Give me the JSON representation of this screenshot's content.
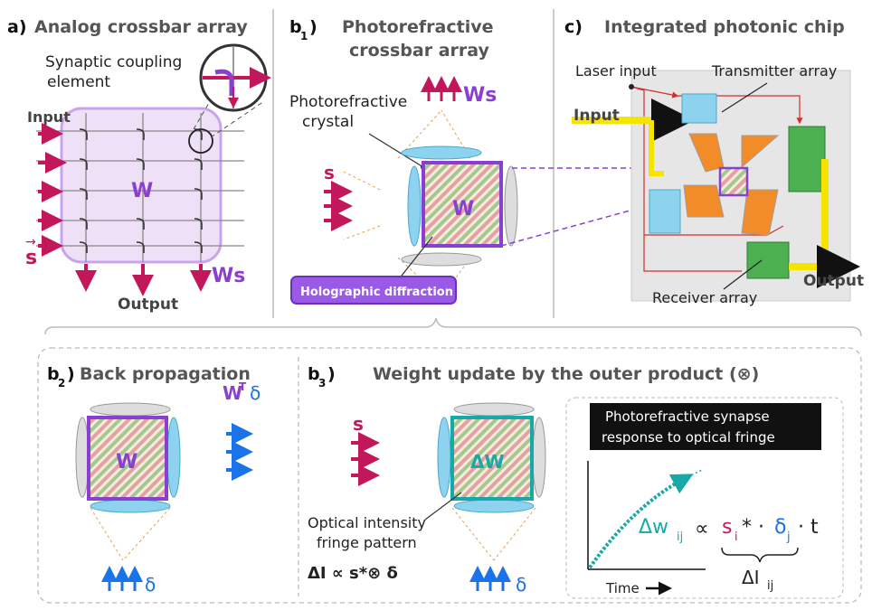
{
  "panels": {
    "a": {
      "label": "a)",
      "title": "Analog crossbar array",
      "callout": "Synaptic coupling",
      "callout2": "element",
      "input": "Input",
      "output": "Output",
      "w": "W",
      "s": "s",
      "ws": "Ws"
    },
    "b1": {
      "label": "b",
      "sub": "1",
      ")": ")",
      "title1": "Photorefractive",
      "title2": "crossbar array",
      "crystal1": "Photorefractive",
      "crystal2": "crystal",
      "top": "Ws",
      "w": "W",
      "s": "s",
      "matrix": "Holographic diffraction matrix"
    },
    "c": {
      "label": "c)",
      "title": "Integrated photonic chip",
      "laser": "Laser input",
      "transmitter": "Transmitter array",
      "input": "Input",
      "output": "Output",
      "receiver": "Receiver array"
    },
    "b2": {
      "label": "b",
      "sub": "2",
      "title": "Back propagation",
      "wt": "W",
      "wt_sup": "T",
      "delta": "δ",
      "w": "W"
    },
    "b3": {
      "label": "b",
      "sub": "3",
      "title": "Weight update by the outer product (⊗)",
      "s": "s",
      "dw": "ΔW",
      "fringe1": "Optical intensity",
      "fringe2": "fringe pattern",
      "formula": "ΔI ∝ s*⊗ δ",
      "delta": "δ",
      "box_title1": "Photorefractive synapse",
      "box_title2": "response to optical fringe",
      "dwij": "Δw",
      "ij": "ij",
      "prop": "∝",
      "si": "s",
      "i": "i",
      "star_dot": "* ·",
      "dj": "δ",
      "j": "j",
      "dot_t": "· t",
      "dIij": "ΔI",
      "time": "Time"
    }
  },
  "colors": {
    "magenta": "#c2185b",
    "purple": "#8a3fd1",
    "blue": "#1a73e8",
    "teal": "#17a8a8",
    "lightblue": "#8dd3f0",
    "yellow": "#f5e400",
    "orange": "#f28c28",
    "green": "#4caf50",
    "red": "#d32f2f"
  }
}
